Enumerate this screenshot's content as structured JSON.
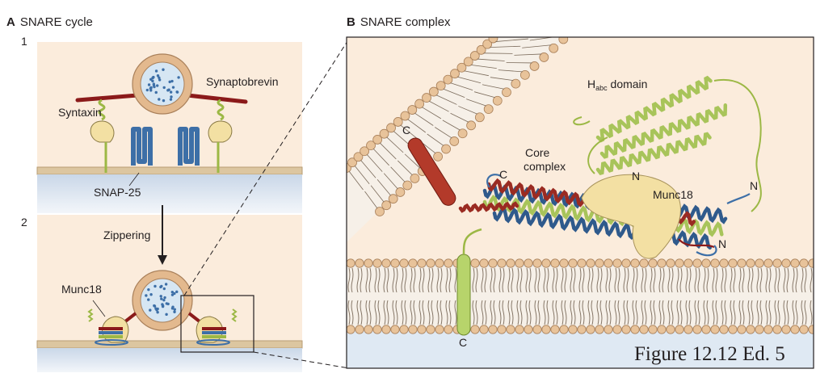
{
  "panel_a": {
    "letter": "A",
    "title": "SNARE cycle",
    "step1_number": "1",
    "step2_number": "2",
    "synaptobrevin_label": "Synaptobrevin",
    "syntaxin_label": "Syntaxin",
    "snap25_label": "SNAP-25",
    "zippering_label": "Zippering",
    "munc18_label": "Munc18"
  },
  "panel_b": {
    "letter": "B",
    "title": "SNARE complex",
    "c_label_top": "C",
    "c_label_core": "C",
    "c_label_bottom": "C",
    "habc_main": "H",
    "habc_sub": "abc",
    "habc_rest": " domain",
    "core_line1": "Core",
    "core_line2": "complex",
    "munc18_label": "Munc18",
    "n_label_center": "N",
    "n_label_right": "N",
    "n_label_lower": "N"
  },
  "figure_label": "Figure 12.12 Ed. 5",
  "colors": {
    "cytoplasm": "#fbecdc",
    "membrane_band": "#dcc6a0",
    "extracellular": "#dfe8f2",
    "vesicle_ring": "#e3b98e",
    "vesicle_lumen": "#d6e6f3",
    "synaptobrevin": "#8b1a1a",
    "syntaxin": "#c6dc70",
    "snap25": "#3d6fa7",
    "munc18": "#f3e0a3",
    "lipid_head": "#e8c39a",
    "panel_b_bg": "#dfe9f3"
  }
}
